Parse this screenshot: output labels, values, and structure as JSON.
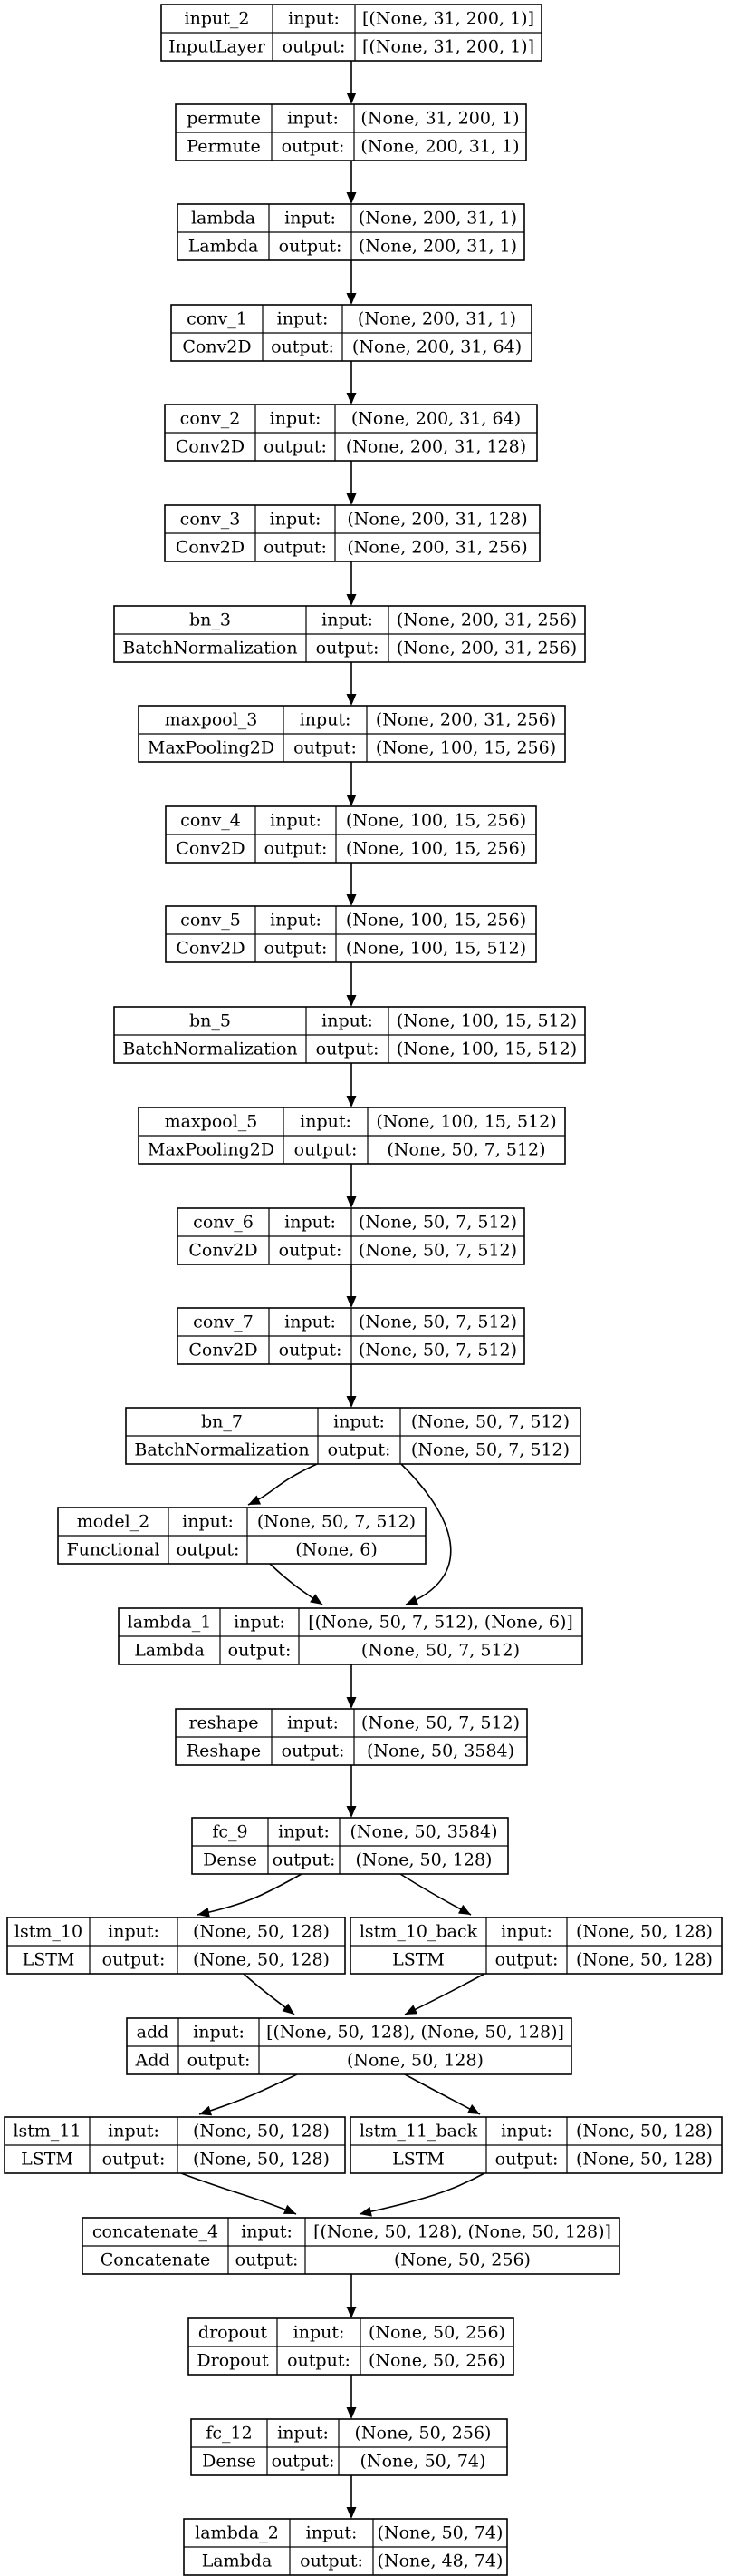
{
  "diagram": {
    "port_labels": {
      "input": "input:",
      "output": "output:"
    },
    "nodes": [
      {
        "id": "input_2",
        "name": "input_2",
        "type": "InputLayer",
        "input": "[(None, 31, 200, 1)]",
        "output": "[(None, 31, 200, 1)]"
      },
      {
        "id": "permute",
        "name": "permute",
        "type": "Permute",
        "input": "(None, 31, 200, 1)",
        "output": "(None, 200, 31, 1)"
      },
      {
        "id": "lambda",
        "name": "lambda",
        "type": "Lambda",
        "input": "(None, 200, 31, 1)",
        "output": "(None, 200, 31, 1)"
      },
      {
        "id": "conv_1",
        "name": "conv_1",
        "type": "Conv2D",
        "input": "(None, 200, 31, 1)",
        "output": "(None, 200, 31, 64)"
      },
      {
        "id": "conv_2",
        "name": "conv_2",
        "type": "Conv2D",
        "input": "(None, 200, 31, 64)",
        "output": "(None, 200, 31, 128)"
      },
      {
        "id": "conv_3",
        "name": "conv_3",
        "type": "Conv2D",
        "input": "(None, 200, 31, 128)",
        "output": "(None, 200, 31, 256)"
      },
      {
        "id": "bn_3",
        "name": "bn_3",
        "type": "BatchNormalization",
        "input": "(None, 200, 31, 256)",
        "output": "(None, 200, 31, 256)"
      },
      {
        "id": "maxpool_3",
        "name": "maxpool_3",
        "type": "MaxPooling2D",
        "input": "(None, 200, 31, 256)",
        "output": "(None, 100, 15, 256)"
      },
      {
        "id": "conv_4",
        "name": "conv_4",
        "type": "Conv2D",
        "input": "(None, 100, 15, 256)",
        "output": "(None, 100, 15, 256)"
      },
      {
        "id": "conv_5",
        "name": "conv_5",
        "type": "Conv2D",
        "input": "(None, 100, 15, 256)",
        "output": "(None, 100, 15, 512)"
      },
      {
        "id": "bn_5",
        "name": "bn_5",
        "type": "BatchNormalization",
        "input": "(None, 100, 15, 512)",
        "output": "(None, 100, 15, 512)"
      },
      {
        "id": "maxpool_5",
        "name": "maxpool_5",
        "type": "MaxPooling2D",
        "input": "(None, 100, 15, 512)",
        "output": "(None, 50, 7, 512)"
      },
      {
        "id": "conv_6",
        "name": "conv_6",
        "type": "Conv2D",
        "input": "(None, 50, 7, 512)",
        "output": "(None, 50, 7, 512)"
      },
      {
        "id": "conv_7",
        "name": "conv_7",
        "type": "Conv2D",
        "input": "(None, 50, 7, 512)",
        "output": "(None, 50, 7, 512)"
      },
      {
        "id": "bn_7",
        "name": "bn_7",
        "type": "BatchNormalization",
        "input": "(None, 50, 7, 512)",
        "output": "(None, 50, 7, 512)"
      },
      {
        "id": "model_2",
        "name": "model_2",
        "type": "Functional",
        "input": "(None, 50, 7, 512)",
        "output": "(None, 6)"
      },
      {
        "id": "lambda_1",
        "name": "lambda_1",
        "type": "Lambda",
        "input": "[(None, 50, 7, 512), (None, 6)]",
        "output": "(None, 50, 7, 512)"
      },
      {
        "id": "reshape",
        "name": "reshape",
        "type": "Reshape",
        "input": "(None, 50, 7, 512)",
        "output": "(None, 50, 3584)"
      },
      {
        "id": "fc_9",
        "name": "fc_9",
        "type": "Dense",
        "input": "(None, 50, 3584)",
        "output": "(None, 50, 128)"
      },
      {
        "id": "lstm_10",
        "name": "lstm_10",
        "type": "LSTM",
        "input": "(None, 50, 128)",
        "output": "(None, 50, 128)"
      },
      {
        "id": "lstm_10_back",
        "name": "lstm_10_back",
        "type": "LSTM",
        "input": "(None, 50, 128)",
        "output": "(None, 50, 128)"
      },
      {
        "id": "add",
        "name": "add",
        "type": "Add",
        "input": "[(None, 50, 128), (None, 50, 128)]",
        "output": "(None, 50, 128)"
      },
      {
        "id": "lstm_11",
        "name": "lstm_11",
        "type": "LSTM",
        "input": "(None, 50, 128)",
        "output": "(None, 50, 128)"
      },
      {
        "id": "lstm_11_back",
        "name": "lstm_11_back",
        "type": "LSTM",
        "input": "(None, 50, 128)",
        "output": "(None, 50, 128)"
      },
      {
        "id": "concatenate_4",
        "name": "concatenate_4",
        "type": "Concatenate",
        "input": "[(None, 50, 128), (None, 50, 128)]",
        "output": "(None, 50, 256)"
      },
      {
        "id": "dropout",
        "name": "dropout",
        "type": "Dropout",
        "input": "(None, 50, 256)",
        "output": "(None, 50, 256)"
      },
      {
        "id": "fc_12",
        "name": "fc_12",
        "type": "Dense",
        "input": "(None, 50, 256)",
        "output": "(None, 50, 74)"
      },
      {
        "id": "lambda_2",
        "name": "lambda_2",
        "type": "Lambda",
        "input": "(None, 50, 74)",
        "output": "(None, 48, 74)"
      }
    ],
    "edges": [
      [
        "input_2",
        "permute"
      ],
      [
        "permute",
        "lambda"
      ],
      [
        "lambda",
        "conv_1"
      ],
      [
        "conv_1",
        "conv_2"
      ],
      [
        "conv_2",
        "conv_3"
      ],
      [
        "conv_3",
        "bn_3"
      ],
      [
        "bn_3",
        "maxpool_3"
      ],
      [
        "maxpool_3",
        "conv_4"
      ],
      [
        "conv_4",
        "conv_5"
      ],
      [
        "conv_5",
        "bn_5"
      ],
      [
        "bn_5",
        "maxpool_5"
      ],
      [
        "maxpool_5",
        "conv_6"
      ],
      [
        "conv_6",
        "conv_7"
      ],
      [
        "conv_7",
        "bn_7"
      ],
      [
        "bn_7",
        "model_2"
      ],
      [
        "bn_7",
        "lambda_1"
      ],
      [
        "model_2",
        "lambda_1"
      ],
      [
        "lambda_1",
        "reshape"
      ],
      [
        "reshape",
        "fc_9"
      ],
      [
        "fc_9",
        "lstm_10"
      ],
      [
        "fc_9",
        "lstm_10_back"
      ],
      [
        "lstm_10",
        "add"
      ],
      [
        "lstm_10_back",
        "add"
      ],
      [
        "add",
        "lstm_11"
      ],
      [
        "add",
        "lstm_11_back"
      ],
      [
        "lstm_11",
        "concatenate_4"
      ],
      [
        "lstm_11_back",
        "concatenate_4"
      ],
      [
        "concatenate_4",
        "dropout"
      ],
      [
        "dropout",
        "fc_12"
      ],
      [
        "fc_12",
        "lambda_2"
      ]
    ]
  }
}
